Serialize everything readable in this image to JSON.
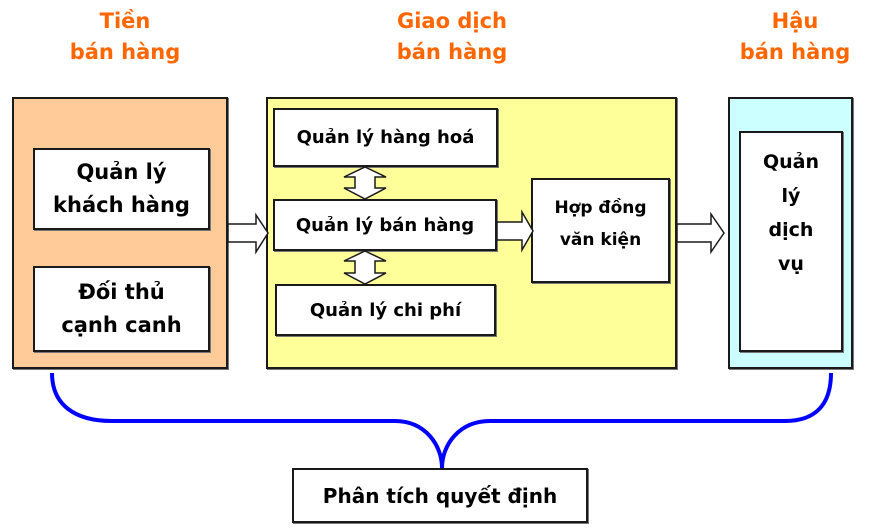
{
  "headers": {
    "pre_sale": [
      "Tiền",
      "bán hàng"
    ],
    "transaction": [
      "Giao dịch",
      "bán hàng"
    ],
    "after_sale": [
      "Hậu",
      "bán hàng"
    ]
  },
  "pre_sale": {
    "color": "#FFCC99",
    "boxes": [
      [
        "Quản lý",
        "khách hàng"
      ],
      [
        "Đối thủ",
        "cạnh canh"
      ]
    ]
  },
  "transaction": {
    "color": "#FFFF99",
    "goods": "Quản lý hàng hoá",
    "sales": "Quản lý bán hàng",
    "costs": "Quản lý chi phí",
    "contract": [
      "Hợp đồng",
      "văn kiện"
    ]
  },
  "after_sale": {
    "color": "#CCFFFF",
    "service": [
      "Quản",
      "lý",
      "dịch",
      "vụ"
    ]
  },
  "decision": "Phân tích quyết định",
  "colors": {
    "header": "#FF6600",
    "brace": "#0000FF"
  }
}
